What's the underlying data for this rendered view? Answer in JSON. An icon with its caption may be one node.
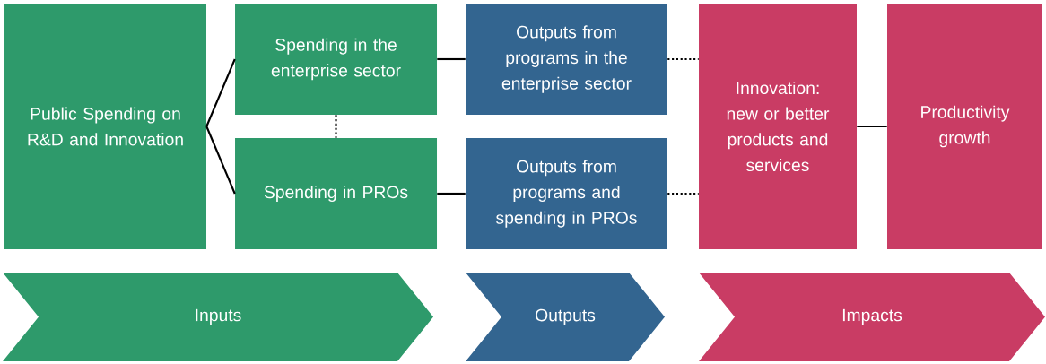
{
  "diagram": {
    "nodes": [
      {
        "text": [
          "Public Spending on R&D and Innovation"
        ]
      },
      {
        "text": [
          "Spending in the enterprise sector"
        ]
      },
      {
        "text": [
          "Spending in PROs"
        ]
      },
      {
        "text": [
          "Outputs from programs in the enterprise sector"
        ]
      },
      {
        "text": [
          "Outputs from programs and spending in PROs"
        ]
      },
      {
        "text": [
          "Innovation: new or better products and services"
        ]
      },
      {
        "text": [
          "Productivity growth"
        ]
      },
      {
        "text": [
          "Inputs"
        ]
      },
      {
        "text": [
          "Outputs"
        ]
      },
      {
        "text": [
          "Impacts"
        ]
      }
    ],
    "edges": [
      {
        "from": 0,
        "to": 1,
        "arrow": "none"
      },
      {
        "from": 0,
        "to": 2,
        "arrow": "none"
      },
      {
        "from": 1,
        "to": 2,
        "arrow": "none",
        "style": "dashed"
      },
      {
        "from": 1,
        "to": 3,
        "arrow": "none"
      },
      {
        "from": 2,
        "to": 4,
        "arrow": "none"
      },
      {
        "from": 3,
        "to": 5,
        "arrow": "none",
        "style": "dashed"
      },
      {
        "from": 4,
        "to": 5,
        "arrow": "none",
        "style": "dashed"
      },
      {
        "from": 5,
        "to": 6,
        "arrow": "none"
      }
    ]
  }
}
